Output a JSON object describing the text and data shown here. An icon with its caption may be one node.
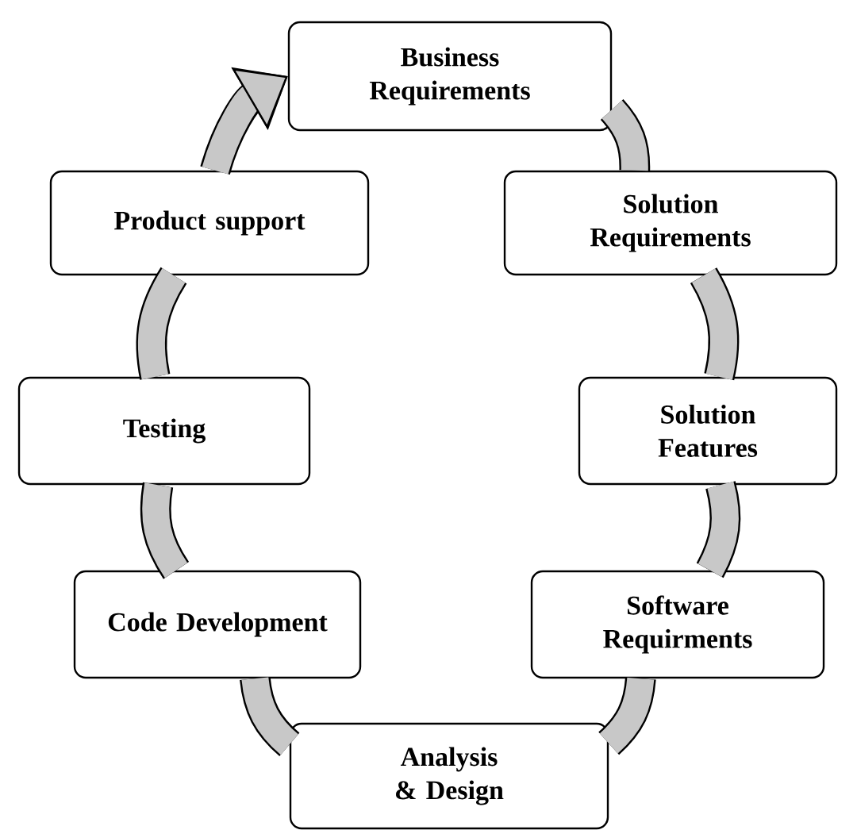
{
  "diagram": {
    "nodes": [
      {
        "text": [
          "Business Requirements"
        ]
      },
      {
        "text": [
          "Solution Requirements"
        ]
      },
      {
        "text": [
          "Solution Features"
        ]
      },
      {
        "text": [
          "Software Requirments"
        ]
      },
      {
        "text": [
          "Analysis & Design"
        ]
      },
      {
        "text": [
          "Code Development"
        ]
      },
      {
        "text": [
          "Testing"
        ]
      },
      {
        "text": [
          "Product support"
        ]
      }
    ],
    "edges": [
      {
        "from": 0,
        "to": 1,
        "arrow": "none"
      },
      {
        "from": 1,
        "to": 2,
        "arrow": "none"
      },
      {
        "from": 2,
        "to": 3,
        "arrow": "none"
      },
      {
        "from": 3,
        "to": 4,
        "arrow": "none"
      },
      {
        "from": 4,
        "to": 5,
        "arrow": "none"
      },
      {
        "from": 5,
        "to": 6,
        "arrow": "none"
      },
      {
        "from": 6,
        "to": 7,
        "arrow": "none"
      },
      {
        "from": 7,
        "to": 0,
        "arrow": "to"
      }
    ]
  }
}
